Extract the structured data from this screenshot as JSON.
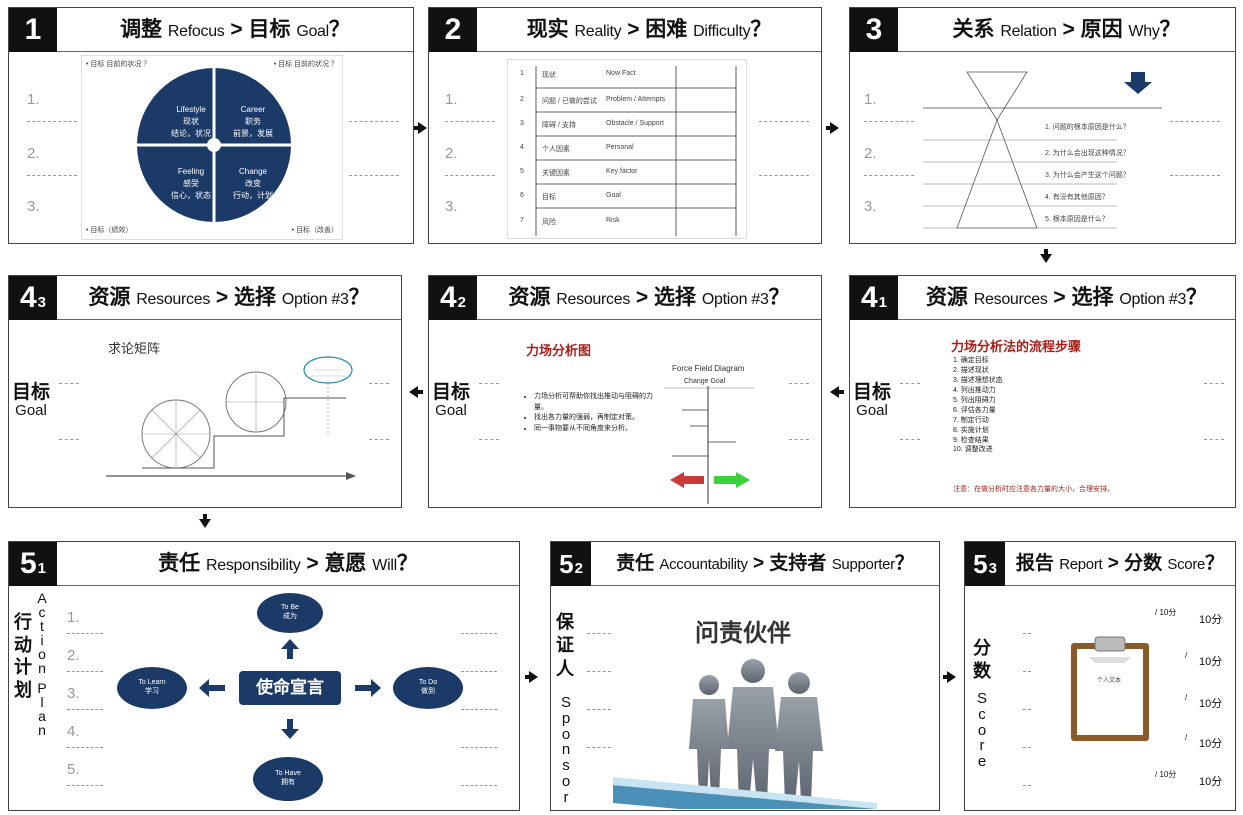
{
  "panels": {
    "p1": {
      "num": "1",
      "title_cn1": "调整",
      "title_en1": "Refocus",
      "sep": ">",
      "title_cn2": "目标",
      "title_en2": "Goal",
      "q": "？",
      "slide": {
        "corner_tl": "• 目标 目前的状况 ？",
        "corner_tr": "• 目标 目前的状况 ？",
        "corner_bl": "• 目标（绩效）",
        "corner_br": "• 目标（改善）",
        "q1": {
          "en": "Lifestyle",
          "cn": "现状",
          "sub": "结论，状况"
        },
        "q2": {
          "en": "Career",
          "cn": "职务",
          "sub": "前景，发展"
        },
        "q3": {
          "en": "Feeling",
          "cn": "感受",
          "sub": "信心，状态"
        },
        "q4": {
          "en": "Change",
          "cn": "改变",
          "sub": "行动，计划"
        }
      }
    },
    "p2": {
      "num": "2",
      "title_cn1": "现实",
      "title_en1": "Reality",
      "sep": ">",
      "title_cn2": "困难",
      "title_en2": "Difficulty",
      "q": "？",
      "rows": [
        {
          "n": "1",
          "a": "现状",
          "b": "Now Fact"
        },
        {
          "n": "2",
          "a": "问题 / 已做的尝试",
          "b": "Problem / Attempts"
        },
        {
          "n": "3",
          "a": "障碍 / 支持",
          "b": "Obstacle / Support"
        },
        {
          "n": "4",
          "a": "个人因素",
          "b": "Personal"
        },
        {
          "n": "5",
          "a": "关键因素",
          "b": "Key factor"
        },
        {
          "n": "6",
          "a": "目标",
          "b": "Goal"
        },
        {
          "n": "7",
          "a": "风险",
          "b": "Risk"
        }
      ]
    },
    "p3": {
      "num": "3",
      "title_cn1": "关系",
      "title_en1": "Relation",
      "sep": ">",
      "title_cn2": "原因",
      "title_en2": "Why",
      "q": "？",
      "levels": [
        "1. 问题的根本原因是什么？",
        "2. 为什么会出现这种情况？",
        "3. 为什么会产生这个问题？",
        "4. 有没有其他原因？",
        "5. 根本原因是什么？"
      ]
    },
    "p4c": {
      "num": "4",
      "sub": "1",
      "title_cn1": "资源",
      "title_en1": "Resources",
      "sep": ">",
      "title_cn2": "选择",
      "title_en2": "Option #3",
      "q": "？",
      "heading": "力场分析法的流程步骤",
      "steps": [
        "1. 确定目标",
        "2. 描述现状",
        "3. 描述理想状态",
        "4. 列出推动力",
        "5. 列出阻碍力",
        "6. 评估各力量",
        "7. 制定行动",
        "8. 实施计划",
        "9. 检查结果",
        "10. 调整改进"
      ],
      "note": "注意：在做分析时应注意各力量的大小，合理安排。"
    },
    "p4b": {
      "num": "4",
      "sub": "2",
      "title_cn1": "资源",
      "title_en1": "Resources",
      "sep": ">",
      "title_cn2": "选择",
      "title_en2": "Option #3",
      "q": "？",
      "heading": "力场分析图",
      "diagram_title": "Force Field Diagram",
      "diagram_sub": "Change Goal",
      "bullets": [
        "力场分析可帮助你找出推动与阻碍的力量。",
        "找出各力量的强弱，再制定对策。",
        "同一事物要从不同角度来分析。"
      ]
    },
    "p4a": {
      "num": "4",
      "sub": "3",
      "title_cn1": "资源",
      "title_en1": "Resources",
      "sep": ">",
      "title_cn2": "选择",
      "title_en2": "Option #3",
      "q": "？",
      "heading": "求论矩阵"
    },
    "p51": {
      "num": "5",
      "sub": "1",
      "title_cn1": "责任",
      "title_en1": "Responsibility",
      "sep": ">",
      "title_cn2": "意愿",
      "title_en2": "Will",
      "q": "？",
      "center": "使命宣言",
      "top": {
        "en": "To Be",
        "cn": "成为"
      },
      "left": {
        "en": "To Learn",
        "cn": "学习"
      },
      "right": {
        "en": "To Do",
        "cn": "做到"
      },
      "bottom": {
        "en": "To Have",
        "cn": "拥有"
      }
    },
    "p52": {
      "num": "5",
      "sub": "2",
      "title_cn1": "责任",
      "title_en1": "Accountability",
      "sep": ">",
      "title_cn2": "支持者",
      "title_en2": "Supporter",
      "q": "？",
      "slide_title": "问责伙伴"
    },
    "p53": {
      "num": "5",
      "sub": "3",
      "title_cn1": "报告",
      "title_en1": "Report",
      "sep": ">",
      "title_cn2": "分数",
      "title_en2": "Score",
      "q": "？",
      "clipboard": "个人文本",
      "scores": [
        "10分",
        "10分",
        "10分",
        "10分",
        "10分"
      ],
      "top_score": "/ 10分",
      "bottom_score": "/ 10分"
    }
  },
  "side_labels": {
    "goal_cn": "目标",
    "goal_en": "Goal",
    "action": {
      "cn": [
        "行",
        "动",
        "计",
        "划"
      ],
      "en": [
        "A",
        "c",
        "t",
        "i",
        "o",
        "n",
        "P",
        "l",
        "a",
        "n"
      ]
    },
    "sponsor": {
      "cn": [
        "保",
        "证",
        "人"
      ],
      "en": [
        "S",
        "p",
        "o",
        "n",
        "s",
        "o",
        "r"
      ]
    },
    "score": {
      "cn": [
        "分",
        "数"
      ],
      "en": [
        "S",
        "c",
        "o",
        "r",
        "e"
      ]
    }
  },
  "row_numbers": [
    "1.",
    "2.",
    "3.",
    "4.",
    "5."
  ],
  "colors": {
    "navy": "#1c3a68",
    "red": "#a8201a",
    "green": "#3bd13b"
  }
}
